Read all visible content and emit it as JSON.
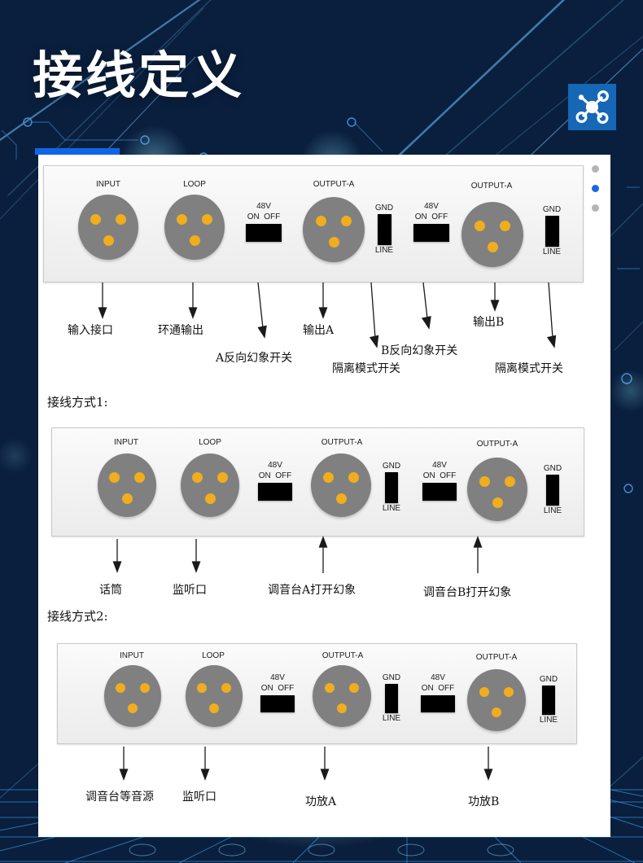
{
  "header": {
    "title": "接线定义",
    "brand_icon": "network-hub-icon",
    "accent_color": "#1166e8",
    "icon_bg_color": "#1667b5"
  },
  "pagination": {
    "dots": [
      "inactive",
      "active",
      "inactive"
    ],
    "active_index": 1,
    "active_color": "#1a66e0",
    "inactive_color": "#b4b4b4"
  },
  "panel_ports": {
    "input": "INPUT",
    "loop": "LOOP",
    "output_a": "OUTPUT-A",
    "output_b": "OUTPUT-A"
  },
  "switches": {
    "phantom_label": "48V",
    "phantom_on": "ON",
    "phantom_off": "OFF",
    "gnd_label": "GND",
    "line_label": "LINE"
  },
  "sections": [
    {
      "name": "definition",
      "title": "",
      "annotations": [
        "输入接口",
        "环通输出",
        "A反向幻象开关",
        "输出A",
        "隔离模式开关",
        "B反向幻象开关",
        "输出B",
        "隔离模式开关"
      ]
    },
    {
      "name": "wiring-method-1",
      "title": "接线方式1:",
      "annotations": [
        "话筒",
        "监听口",
        "调音台A打开幻象",
        "调音台B打开幻象"
      ]
    },
    {
      "name": "wiring-method-2",
      "title": "接线方式2:",
      "annotations": [
        "调音台等音源",
        "监听口",
        "功放A",
        "功放B"
      ]
    }
  ]
}
